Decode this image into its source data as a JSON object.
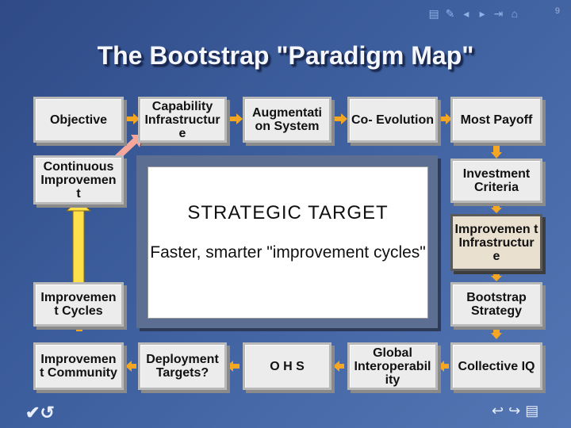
{
  "page_number": "9",
  "nav_icons": [
    "slide-sorter-icon",
    "pencil-icon",
    "prev-icon",
    "next-icon",
    "end-icon",
    "home-icon"
  ],
  "title": "The Bootstrap \"Paradigm Map\"",
  "boxes": {
    "objective": "Objective",
    "capability": "Capability Infrastructur e",
    "augmentation": "Augmentati on System",
    "coevolution": "Co- Evolution",
    "payoff": "Most Payoff",
    "continuous": "Continuous Improvemen t",
    "investment": "Investment Criteria",
    "improvement_infra": "Improvemen t Infrastructur e",
    "cycles": "Improvemen t Cycles",
    "bootstrap": "Bootstrap Strategy",
    "community": "Improvemen t Community",
    "deployment": "Deployment Targets?",
    "ohs": "O H S",
    "global": "Global Interoperabil ity",
    "collective": "Collective IQ"
  },
  "center": {
    "heading": "STRATEGIC TARGET",
    "text": "Faster, smarter \"improvement cycles\""
  },
  "colors": {
    "arrow_orange": "#f5a623",
    "arrow_yellow": "#ffe04a",
    "arrow_pink": "#f4a79a"
  }
}
